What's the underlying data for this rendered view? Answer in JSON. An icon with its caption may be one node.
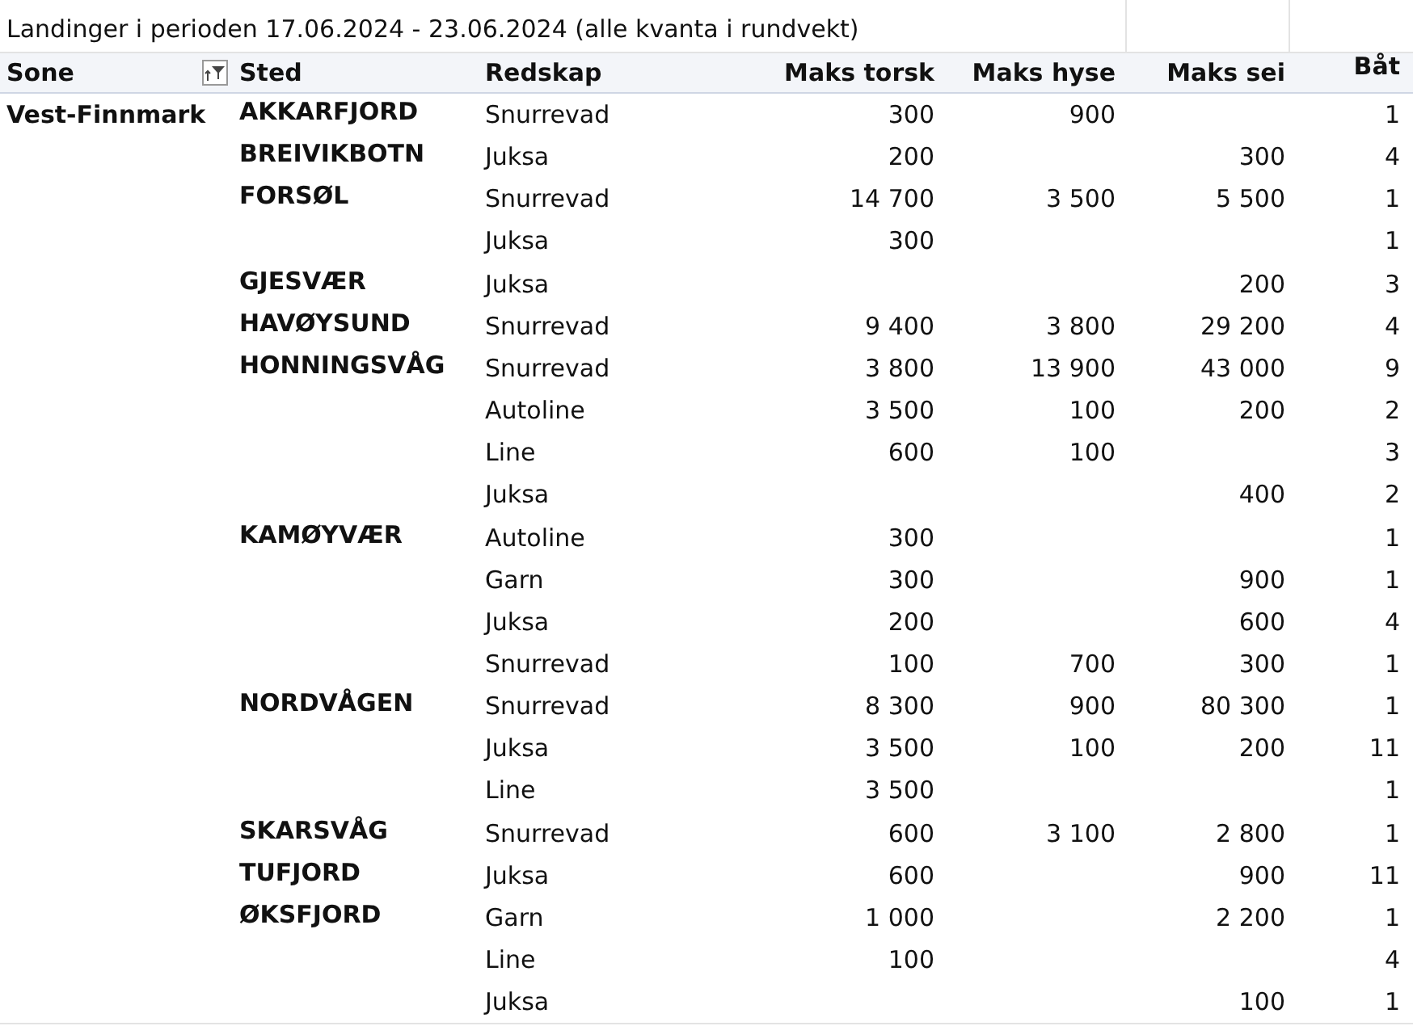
{
  "diagram": {
    "title": "Landinger i perioden 17.06.2024 - 23.06.2024 (alle kvanta i rundvekt)",
    "labels": [
      "Sone",
      "Sted",
      "Redskap",
      "Maks torsk",
      "Maks hyse",
      "Maks sei",
      "Båt",
      "Vest-Finnmark",
      "AKKARFJORD",
      "Snurrevad",
      "300",
      "900",
      "1",
      "BREIVIKBOTN",
      "Juksa",
      "200",
      "300",
      "4",
      "FORSØL",
      "Snurrevad",
      "14 700",
      "3 500",
      "5 500",
      "1",
      "Juksa",
      "300",
      "1",
      "GJESVÆR",
      "Juksa",
      "200",
      "3",
      "HAVØYSUND",
      "Snurrevad",
      "9 400",
      "3 800",
      "29 200",
      "4",
      "HONNINGSVÅG",
      "Snurrevad",
      "3 800",
      "13 900",
      "43 000",
      "9",
      "Autoline",
      "3 500",
      "100",
      "200",
      "2",
      "Line",
      "600",
      "100",
      "3",
      "Juksa",
      "400",
      "2",
      "KAMØYVÆR",
      "Autoline",
      "300",
      "1",
      "Garn",
      "300",
      "900",
      "1",
      "Juksa",
      "200",
      "600",
      "4",
      "Snurrevad",
      "100",
      "700",
      "300",
      "1",
      "NORDVÅGEN",
      "Snurrevad",
      "8 300",
      "900",
      "80 300",
      "1",
      "Juksa",
      "3 500",
      "100",
      "200",
      "11",
      "Line",
      "3 500",
      "1",
      "SKARSVÅG",
      "Snurrevad",
      "600",
      "3 100",
      "2 800",
      "1",
      "TUFJORD",
      "Juksa",
      "600",
      "900",
      "11",
      "ØKSFJORD",
      "Garn",
      "1 000",
      "2 200",
      "1",
      "Line",
      "100",
      "4",
      "Juksa",
      "100",
      "1"
    ]
  }
}
